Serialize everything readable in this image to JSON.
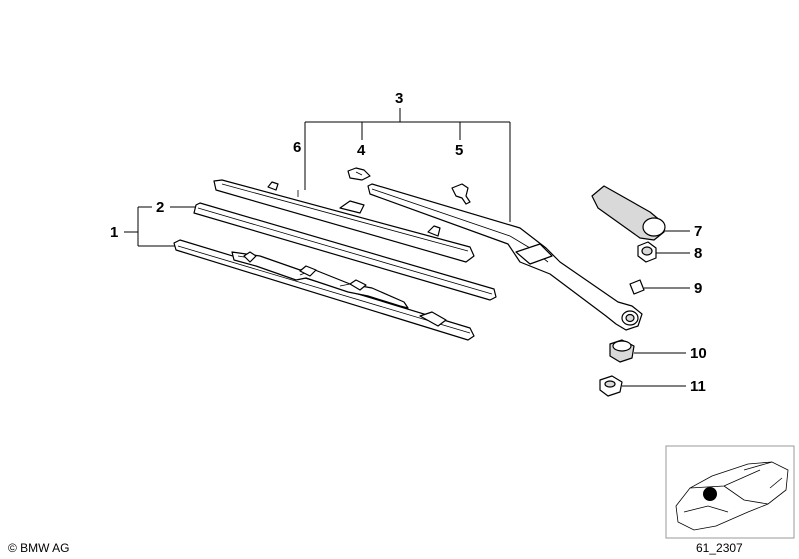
{
  "diagram": {
    "callouts": {
      "c1": "1",
      "c2": "2",
      "c3": "3",
      "c4": "4",
      "c5": "5",
      "c6": "6",
      "c7": "7",
      "c8": "8",
      "c9": "9",
      "c10": "10",
      "c11": "11"
    },
    "copyright": "© BMW AG",
    "diagram_code": "61_2307"
  }
}
